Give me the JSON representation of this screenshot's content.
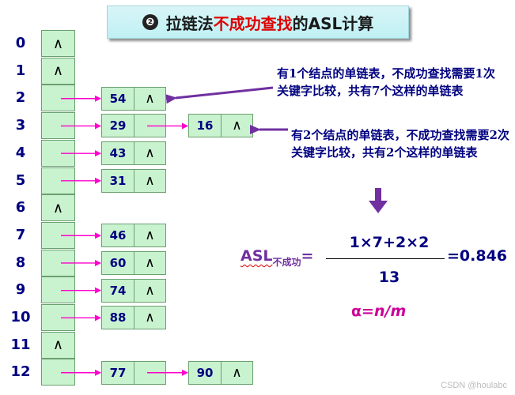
{
  "title": {
    "badge": "❷",
    "prefix": "拉链法",
    "highlight": "不成功查找",
    "suffix": "的ASL计算"
  },
  "hash_table": {
    "slots": [
      {
        "index": "0",
        "ptr": "∧",
        "chain": []
      },
      {
        "index": "1",
        "ptr": "∧",
        "chain": []
      },
      {
        "index": "2",
        "ptr": "",
        "chain": [
          {
            "key": "54",
            "ptr": "∧"
          }
        ]
      },
      {
        "index": "3",
        "ptr": "",
        "chain": [
          {
            "key": "29",
            "ptr": ""
          },
          {
            "key": "16",
            "ptr": "∧"
          }
        ]
      },
      {
        "index": "4",
        "ptr": "",
        "chain": [
          {
            "key": "43",
            "ptr": "∧"
          }
        ]
      },
      {
        "index": "5",
        "ptr": "",
        "chain": [
          {
            "key": "31",
            "ptr": "∧"
          }
        ]
      },
      {
        "index": "6",
        "ptr": "∧",
        "chain": []
      },
      {
        "index": "7",
        "ptr": "",
        "chain": [
          {
            "key": "46",
            "ptr": "∧"
          }
        ]
      },
      {
        "index": "8",
        "ptr": "",
        "chain": [
          {
            "key": "60",
            "ptr": "∧"
          }
        ]
      },
      {
        "index": "9",
        "ptr": "",
        "chain": [
          {
            "key": "74",
            "ptr": "∧"
          }
        ]
      },
      {
        "index": "10",
        "ptr": "",
        "chain": [
          {
            "key": "88",
            "ptr": "∧"
          }
        ]
      },
      {
        "index": "11",
        "ptr": "∧",
        "chain": []
      },
      {
        "index": "12",
        "ptr": "",
        "chain": [
          {
            "key": "77",
            "ptr": ""
          },
          {
            "key": "90",
            "ptr": "∧"
          }
        ]
      }
    ]
  },
  "notes": {
    "note_1": "有1个结点的单链表，不成功查找需要1次关键字比较，共有7个这样的单链表",
    "note_2": "有2个结点的单链表，不成功查找需要2次关键字比较，共有2个这样的单链表"
  },
  "formula": {
    "asl_label": "ASL",
    "asl_subscript": "不成功",
    "equals": "=",
    "numerator": "1×7+2×2",
    "denominator": "13",
    "result": "=0.846",
    "alpha_prefix": "α=",
    "alpha_expr": "n/m"
  },
  "watermark": "CSDN @houlabc",
  "colors": {
    "node_fill": "#c9f2cf",
    "node_border": "#6aa06f",
    "link_arrow": "#ff00cc",
    "note_arrow": "#7030a0",
    "text_navy": "#000080",
    "highlight_red": "#e00000",
    "alpha_magenta": "#cc0099"
  }
}
